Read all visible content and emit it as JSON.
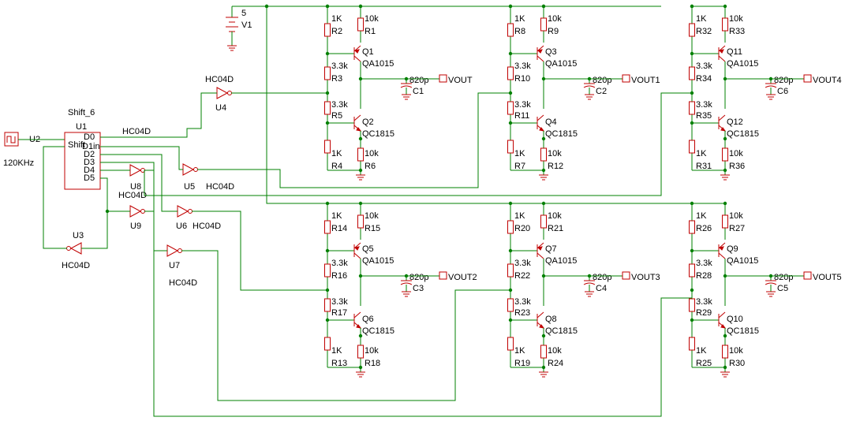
{
  "source": {
    "value": "5",
    "ref": "V1"
  },
  "clock": {
    "ref": "U2",
    "freq": "120KHz"
  },
  "shift": {
    "title": "Shift_6",
    "ref": "U1",
    "sub": "Shift",
    "pins": [
      "D0",
      "D1in",
      "D2",
      "D3",
      "D4",
      "D5"
    ]
  },
  "gates": [
    {
      "ref": "U3",
      "type": "HC04D"
    },
    {
      "ref": "U4",
      "type": "HC04D"
    },
    {
      "ref": "U5",
      "type": "HC04D"
    },
    {
      "ref": "U6",
      "type": "HC04D"
    },
    {
      "ref": "U7",
      "type": "HC04D"
    },
    {
      "ref": "U8",
      "type": "HC04D"
    },
    {
      "ref": "U9",
      "type": "HC04D"
    }
  ],
  "extra_labels": [
    "HC04D"
  ],
  "stages": [
    {
      "r": [
        "R2",
        "R1",
        "R3",
        "R5",
        "R4",
        "R6"
      ],
      "q": [
        "Q1",
        "Q2"
      ],
      "c": "C1",
      "out": "VOUT"
    },
    {
      "r": [
        "R8",
        "R9",
        "R10",
        "R11",
        "R7",
        "R12"
      ],
      "q": [
        "Q3",
        "Q4"
      ],
      "c": "C2",
      "out": "VOUT1"
    },
    {
      "r": [
        "R32",
        "R33",
        "R34",
        "R35",
        "R31",
        "R36"
      ],
      "q": [
        "Q11",
        "Q12"
      ],
      "c": "C6",
      "out": "VOUT4"
    },
    {
      "r": [
        "R14",
        "R15",
        "R16",
        "R17",
        "R13",
        "R18"
      ],
      "q": [
        "Q5",
        "Q6"
      ],
      "c": "C3",
      "out": "VOUT2"
    },
    {
      "r": [
        "R20",
        "R21",
        "R22",
        "R23",
        "R19",
        "R24"
      ],
      "q": [
        "Q7",
        "Q8"
      ],
      "c": "C4",
      "out": "VOUT3"
    },
    {
      "r": [
        "R26",
        "R27",
        "R28",
        "R29",
        "R25",
        "R30"
      ],
      "q": [
        "Q9",
        "Q10"
      ],
      "c": "C5",
      "out": "VOUT5"
    }
  ],
  "values": {
    "r_top_left": "1K",
    "r_top_right": "10k",
    "r_mid": "3.3k",
    "r_bot_left": "1K",
    "r_bot_right": "10k",
    "cap": "820p",
    "pnp": "QA1015",
    "npn": "QC1815"
  }
}
